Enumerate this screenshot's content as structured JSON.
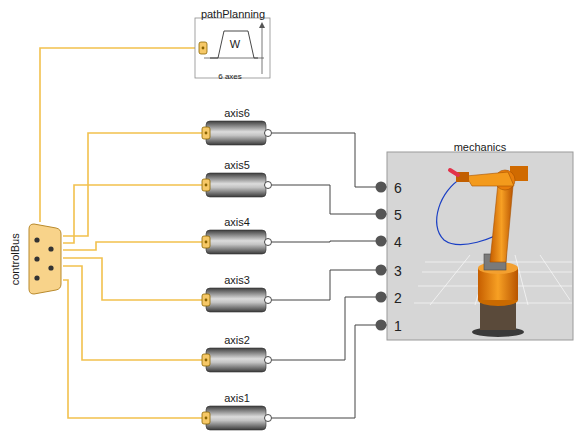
{
  "diagram": {
    "nodes": [
      {
        "text": [
          "pathPlanning",
          "W",
          "6 axes"
        ]
      },
      {
        "text": [
          "axis6"
        ]
      },
      {
        "text": [
          "axis5"
        ]
      },
      {
        "text": [
          "axis4"
        ]
      },
      {
        "text": [
          "axis3"
        ]
      },
      {
        "text": [
          "axis2"
        ]
      },
      {
        "text": [
          "axis1"
        ]
      },
      {
        "text": [
          "mechanics"
        ]
      },
      {
        "text": [
          "controlBus"
        ]
      }
    ],
    "edges": [
      {
        "from": 8,
        "to": 0,
        "arrow": "none"
      },
      {
        "from": 8,
        "to": 1,
        "arrow": "none"
      },
      {
        "from": 8,
        "to": 2,
        "arrow": "none"
      },
      {
        "from": 8,
        "to": 3,
        "arrow": "none"
      },
      {
        "from": 8,
        "to": 4,
        "arrow": "none"
      },
      {
        "from": 8,
        "to": 5,
        "arrow": "none"
      },
      {
        "from": 8,
        "to": 6,
        "arrow": "none"
      },
      {
        "from": 1,
        "to": 7,
        "arrow": "none"
      },
      {
        "from": 2,
        "to": 7,
        "arrow": "none"
      },
      {
        "from": 3,
        "to": 7,
        "arrow": "none"
      },
      {
        "from": 4,
        "to": 7,
        "arrow": "none"
      },
      {
        "from": 5,
        "to": 7,
        "arrow": "none"
      },
      {
        "from": 6,
        "to": 7,
        "arrow": "none"
      }
    ],
    "labels": [
      "6",
      "5",
      "4",
      "3",
      "2",
      "1"
    ]
  }
}
